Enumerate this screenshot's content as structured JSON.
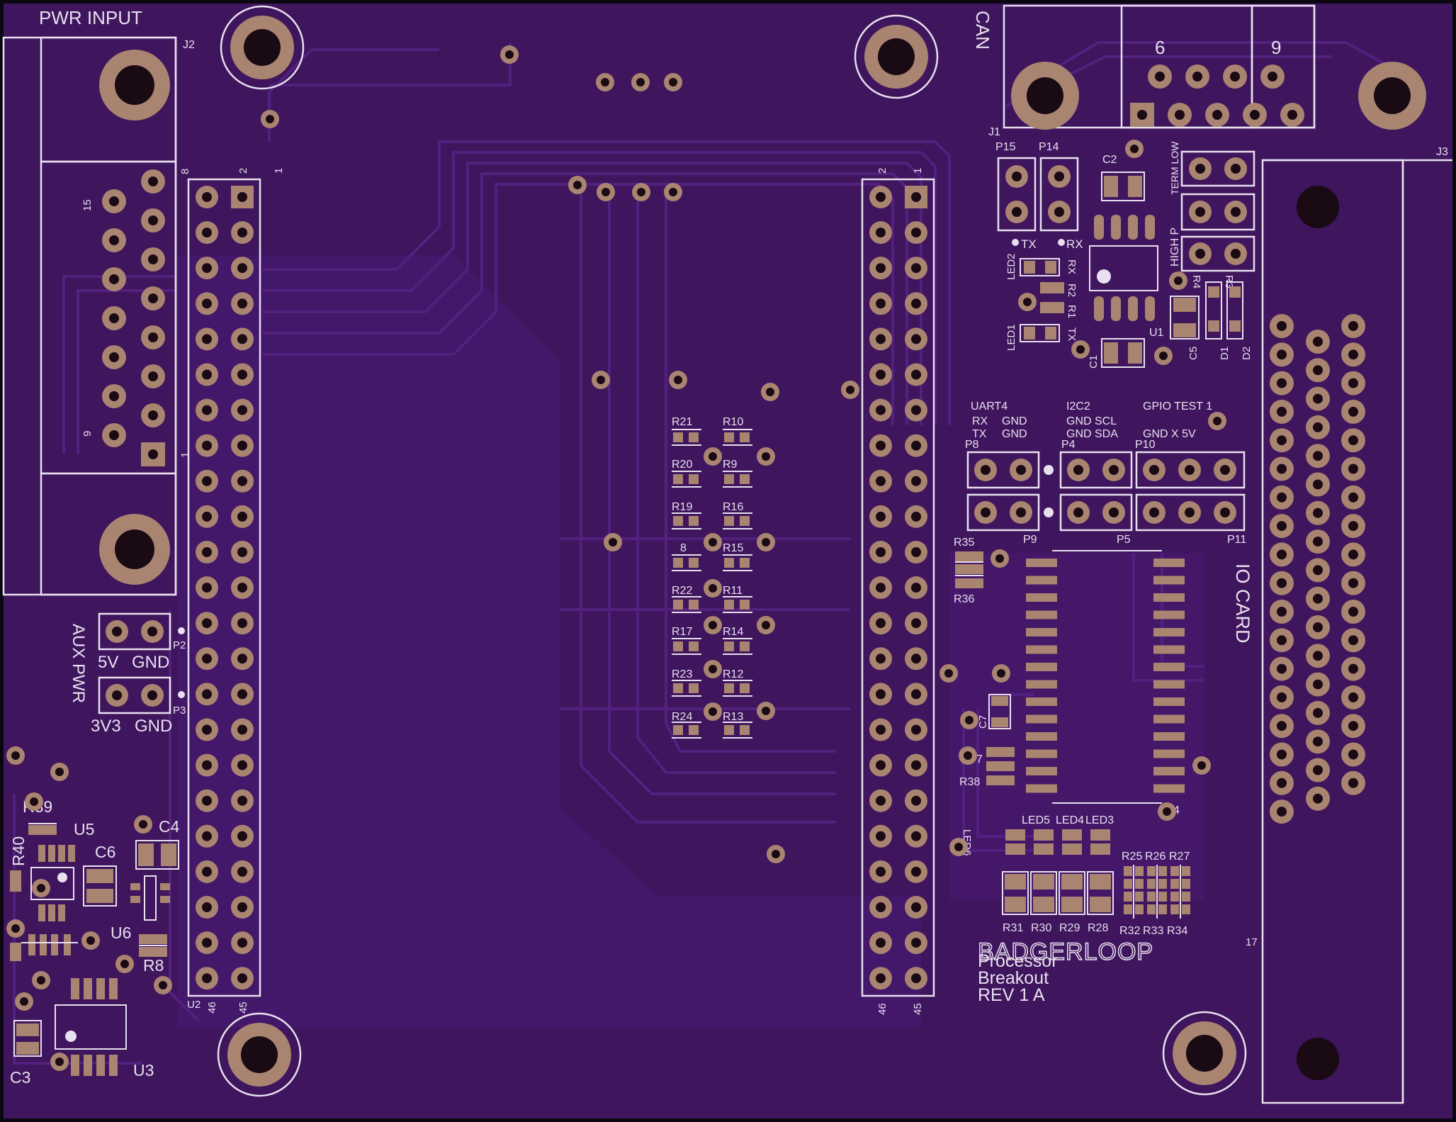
{
  "colors": {
    "board": "#3f155e",
    "board_light": "#4a1a6e",
    "pour": "#43176a",
    "trace": "#521f7c",
    "silk": "#e8e0ee",
    "pad": "#a98470",
    "hole": "#1a0a14",
    "outline": "#0b0710"
  },
  "labels": {
    "pwr_input": "PWR INPUT",
    "j2": "J2",
    "j1": "J1",
    "j3": "J3",
    "can": "CAN",
    "db9_6": "6",
    "db9_9": "9",
    "db15_15": "15",
    "db15_8": "8",
    "db15_9": "9",
    "db15_1": "1",
    "u2_2": "2",
    "u2_1": "1",
    "u2_46": "46",
    "u2_45": "45",
    "u2": "U2",
    "u4_2": "2",
    "u4_1": "1",
    "u4_46": "46",
    "u4_45": "45",
    "aux_pwr": "AUX PWR",
    "p2": "P2",
    "p3": "P3",
    "five_v": "5V",
    "gnd1": "GND",
    "three_v3": "3V3",
    "gnd2": "GND",
    "p15": "P15",
    "p14": "P14",
    "tx": "TX",
    "rx": "RX",
    "led2": "LED2",
    "led1": "LED1",
    "rx2": "RX",
    "tx2": "TX",
    "r2": "R2",
    "r1": "R1",
    "c2": "C2",
    "c1": "C1",
    "u1": "U1",
    "term_low": "TERM LOW",
    "high_p": "HIGH P",
    "r4": "R4",
    "r3": "R3",
    "c5": "C5",
    "d1": "D1",
    "d2": "D2",
    "uart4": "UART4",
    "uart_rx": "RX",
    "uart_gnd1": "GND",
    "uart_tx": "TX",
    "uart_gnd2": "GND",
    "i2c2": "I2C2",
    "i2c_gnd_scl": "GND SCL",
    "i2c_gnd_sda": "GND SDA",
    "gpio_test": "GPIO TEST 1",
    "gnd_x_5v": "GND X 5V",
    "p8": "P8",
    "p4": "P4",
    "p10": "P10",
    "p9": "P9",
    "p5": "P5",
    "p11": "P11",
    "r35": "R35",
    "r36": "R36",
    "c7": "C7",
    "seven": "7",
    "r38": "R38",
    "four": "4",
    "io_card": "IO CARD",
    "seventeen": "17",
    "led5": "LED5",
    "led4": "LED4",
    "led3": "LED3",
    "led6": "LED6",
    "r25": "R25",
    "r26": "R26",
    "r27": "R27",
    "r31": "R31",
    "r30": "R30",
    "r29": "R29",
    "r28": "R28",
    "r32": "R32",
    "r33": "R33",
    "r34": "R34",
    "badgerloop": "BADGERLOOP",
    "processor": "Processor",
    "breakout": "Breakout",
    "rev": "REV 1 A",
    "r39": "R39",
    "u5": "U5",
    "c4": "C4",
    "r40": "R40",
    "c6": "C6",
    "u6": "U6",
    "r8": "R8",
    "c3": "C3",
    "u3": "U3",
    "r21": "R21",
    "r10": "R10",
    "r20": "R20",
    "r9": "R9",
    "r19": "R19",
    "r16": "R16",
    "r18": "8",
    "r15": "R15",
    "r22": "R22",
    "r11": "R11",
    "r17": "R17",
    "r14": "R14",
    "r23": "R23",
    "r12": "R12",
    "r24": "R24",
    "r13": "R13"
  }
}
